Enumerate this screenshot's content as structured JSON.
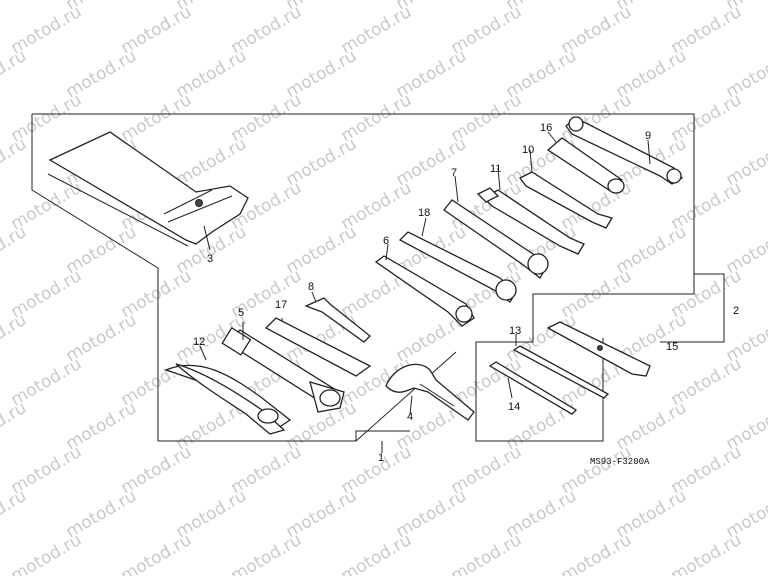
{
  "watermark": {
    "text": "motod.ru"
  },
  "diagram_code": "MS93-F3200A",
  "callouts": {
    "c1": "1",
    "c2": "2",
    "c3": "3",
    "c4": "4",
    "c5": "5",
    "c6": "6",
    "c7": "7",
    "c8": "8",
    "c9": "9",
    "c10": "10",
    "c11": "11",
    "c12": "12",
    "c13": "13",
    "c14": "14",
    "c15": "15",
    "c16": "16",
    "c17": "17",
    "c18": "18"
  }
}
